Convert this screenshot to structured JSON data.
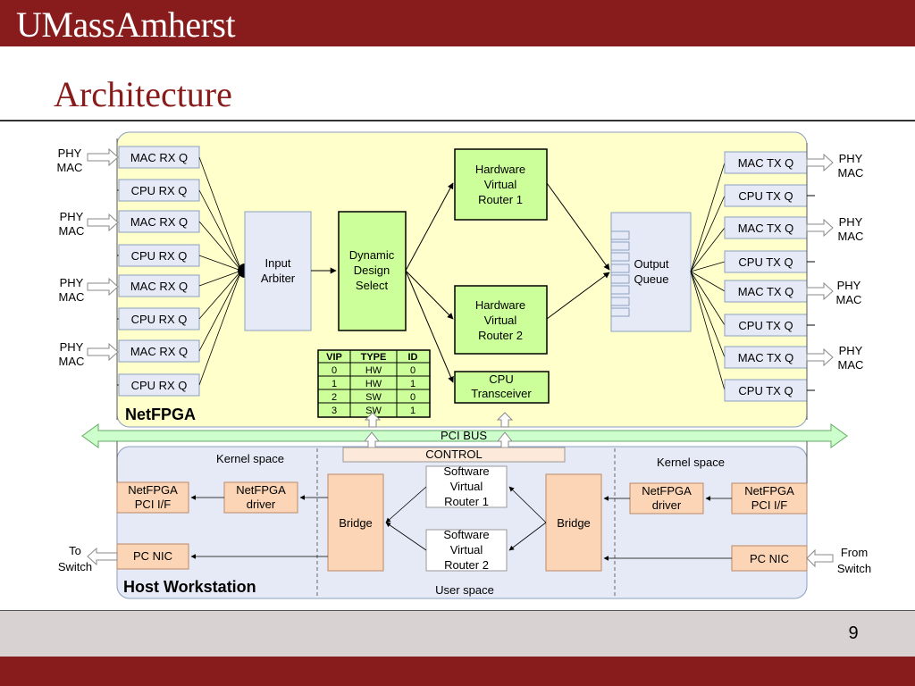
{
  "header": {
    "logo": "UMassAmherst",
    "title": "Architecture"
  },
  "footer": {
    "page_number": "9"
  },
  "colors": {
    "maroon": "#881c1c",
    "netfpga_bg": "#ffffcc",
    "host_bg": "#e6eaf6",
    "green": "#ccff99",
    "orange": "#fbd5b5"
  },
  "diagram": {
    "netfpga_label": "NetFPGA",
    "host_label": "Host Workstation",
    "phy_mac": "PHY MAC",
    "mac_rx": "MAC RX Q",
    "cpu_rx": "CPU RX Q",
    "mac_tx": "MAC TX Q",
    "cpu_tx": "CPU TX Q",
    "input_arbiter": "Input Arbiter",
    "dds": "Dynamic Design Select",
    "hvr1": "Hardware Virtual Router 1",
    "hvr2": "Hardware Virtual Router 2",
    "cpu_transceiver": "CPU Transceiver",
    "output_queue": "Output Queue",
    "vip_table": {
      "headers": [
        "VIP",
        "TYPE",
        "ID"
      ],
      "rows": [
        [
          "0",
          "HW",
          "0"
        ],
        [
          "1",
          "HW",
          "1"
        ],
        [
          "2",
          "SW",
          "0"
        ],
        [
          "3",
          "SW",
          "1"
        ]
      ]
    },
    "pci_bus": "PCI BUS",
    "control": "CONTROL",
    "kernel_space": "Kernel space",
    "user_space": "User space",
    "netfpga_pci_if": "NetFPGA PCI I/F",
    "netfpga_driver": "NetFPGA driver",
    "bridge": "Bridge",
    "svr1": "Software Virtual Router 1",
    "svr2": "Software Virtual Router 2",
    "pc_nic": "PC NIC",
    "to_switch": "To Switch",
    "from_switch": "From Switch"
  }
}
